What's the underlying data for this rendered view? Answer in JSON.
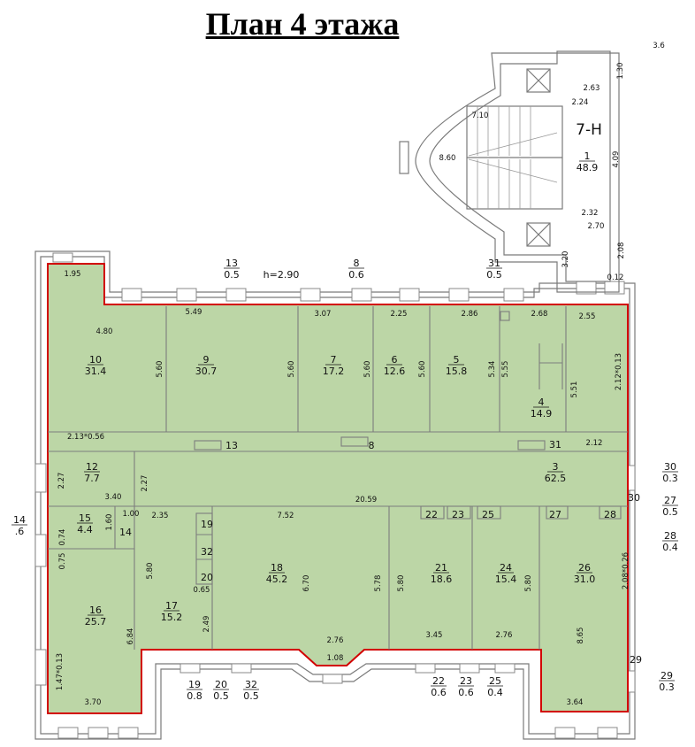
{
  "title": "План 4 этажа",
  "colors": {
    "room_fill": "#bcd6a6",
    "outline": "#d20000",
    "wall": "#6e6e6e",
    "text": "#111111"
  },
  "rooms": [
    {
      "id": "10",
      "num": "10",
      "area": "31.4"
    },
    {
      "id": "9",
      "num": "9",
      "area": "30.7"
    },
    {
      "id": "7",
      "num": "7",
      "area": "17.2"
    },
    {
      "id": "6",
      "num": "6",
      "area": "12.6"
    },
    {
      "id": "5",
      "num": "5",
      "area": "15.8"
    },
    {
      "id": "4",
      "num": "4",
      "area": "14.9"
    },
    {
      "id": "3",
      "num": "3",
      "area": "62.5"
    },
    {
      "id": "12",
      "num": "12",
      "area": "7.7"
    },
    {
      "id": "15",
      "num": "15",
      "area": "4.4"
    },
    {
      "id": "16",
      "num": "16",
      "area": "25.7"
    },
    {
      "id": "17",
      "num": "17",
      "area": "15.2"
    },
    {
      "id": "18",
      "num": "18",
      "area": "45.2"
    },
    {
      "id": "21",
      "num": "21",
      "area": "18.6"
    },
    {
      "id": "24",
      "num": "24",
      "area": "15.4"
    },
    {
      "id": "26",
      "num": "26",
      "area": "31.0"
    },
    {
      "id": "1",
      "num": "1",
      "area": "48.9"
    }
  ],
  "outside_labels": [
    {
      "id": "13",
      "num": "13",
      "area": "0.5"
    },
    {
      "id": "8",
      "num": "8",
      "area": "0.6"
    },
    {
      "id": "31",
      "num": "31",
      "area": "0.5"
    },
    {
      "id": "14",
      "num": "14",
      "area": ".6"
    },
    {
      "id": "30",
      "num": "30",
      "area": "0.3"
    },
    {
      "id": "27",
      "num": "27",
      "area": "0.5"
    },
    {
      "id": "28",
      "num": "28",
      "area": "0.4"
    },
    {
      "id": "29",
      "num": "29",
      "area": "0.3"
    },
    {
      "id": "19",
      "num": "19",
      "area": "0.8"
    },
    {
      "id": "20",
      "num": "20",
      "area": "0.5"
    },
    {
      "id": "32",
      "num": "32",
      "area": "0.5"
    },
    {
      "id": "22",
      "num": "22",
      "area": "0.6"
    },
    {
      "id": "23",
      "num": "23",
      "area": "0.6"
    },
    {
      "id": "25",
      "num": "25",
      "area": "0.4"
    }
  ],
  "height_label": "h=2.90",
  "stair_label": "7-Н",
  "small_tags": [
    "13",
    "8",
    "31",
    "22",
    "23",
    "25",
    "27",
    "28",
    "19",
    "32",
    "20",
    "14",
    "30",
    "29"
  ],
  "dimensions": [
    "1.95",
    "4.80",
    "5.49",
    "3.07",
    "2.25",
    "2.86",
    "2.68",
    "2.55",
    "5.60",
    "5.60",
    "5.60",
    "5.60",
    "5.34",
    "5.55",
    "5.51",
    "2.12*0.13",
    "2.13*0.56",
    "2.12",
    "2.27",
    "3.40",
    "2.27",
    "20.59",
    "1.00",
    "2.35",
    "7.52",
    "1.60",
    "0.74",
    "0.75",
    "5.80",
    "0.65",
    "2.49",
    "6.70",
    "5.78",
    "5.80",
    "5.80",
    "2.08*0.26",
    "6.84",
    "1.47*0.13",
    "3.70",
    "2.76",
    "1.08",
    "3.45",
    "2.76",
    "8.65",
    "3.64",
    "1.30",
    "2.63",
    "2.24",
    "7.10",
    "8.60",
    "4.09",
    "2.32",
    "2.70",
    "3.20",
    "2.08",
    "0.12",
    "3.6"
  ]
}
